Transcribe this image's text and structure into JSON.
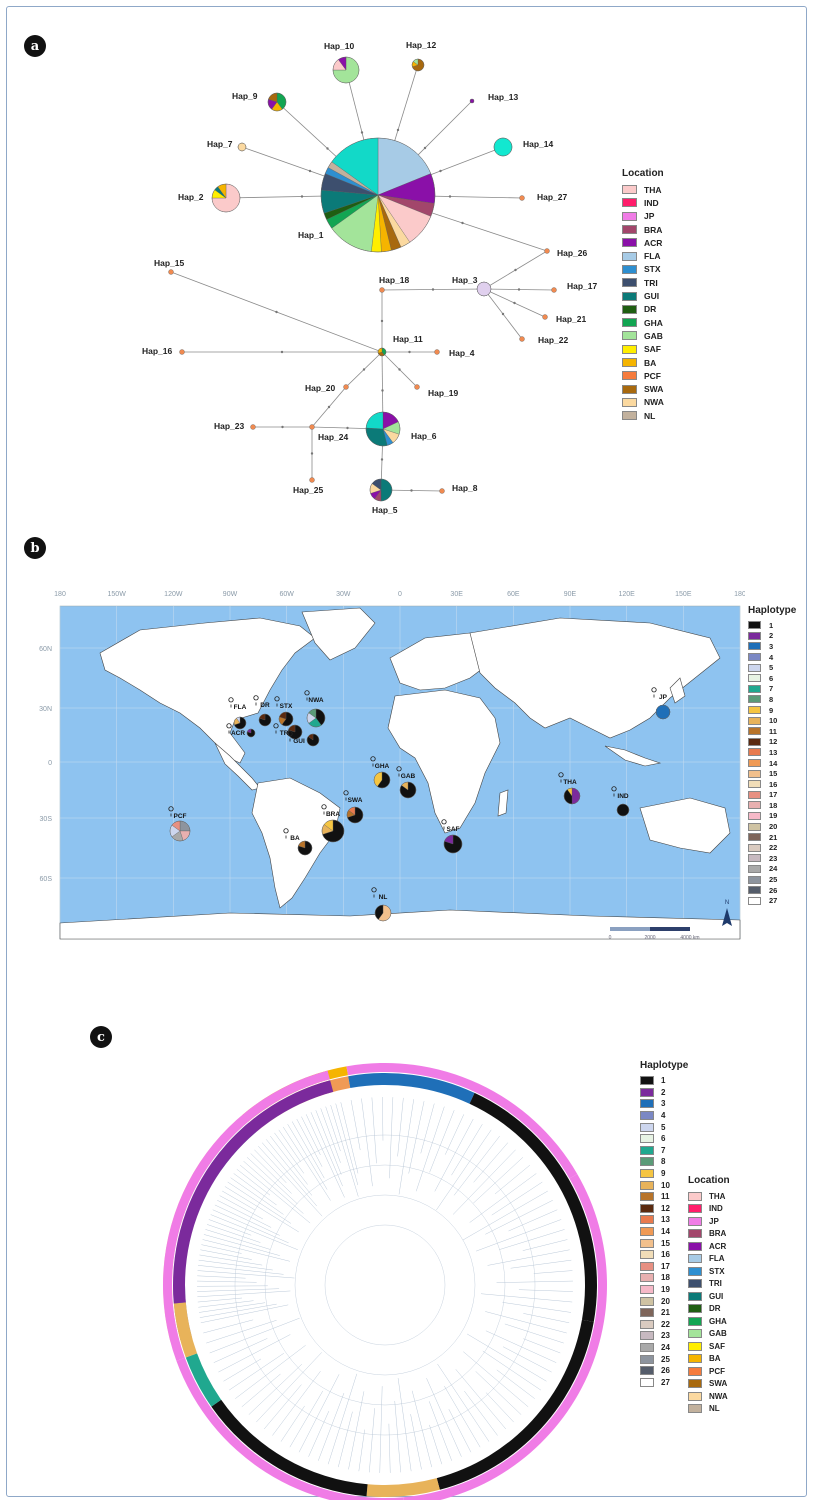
{
  "panels": {
    "a": {
      "badge": "a"
    },
    "b": {
      "badge": "b"
    },
    "c": {
      "badge": "c"
    }
  },
  "network": {
    "haplotype_labels": [
      "Hap_1",
      "Hap_2",
      "Hap_3",
      "Hap_4",
      "Hap_5",
      "Hap_6",
      "Hap_7",
      "Hap_8",
      "Hap_9",
      "Hap_10",
      "Hap_11",
      "Hap_12",
      "Hap_13",
      "Hap_14",
      "Hap_15",
      "Hap_16",
      "Hap_17",
      "Hap_18",
      "Hap_19",
      "Hap_20",
      "Hap_21",
      "Hap_22",
      "Hap_23",
      "Hap_24",
      "Hap_25",
      "Hap_26",
      "Hap_27"
    ],
    "location_legend_title": "Location"
  },
  "locations": [
    {
      "code": "THA",
      "color": "#fbcaca"
    },
    {
      "code": "IND",
      "color": "#ff1d6b"
    },
    {
      "code": "JP",
      "color": "#f07ce6"
    },
    {
      "code": "BRA",
      "color": "#a2466b"
    },
    {
      "code": "ACR",
      "color": "#8a10a8"
    },
    {
      "code": "FLA",
      "color": "#a7cbe6"
    },
    {
      "code": "STX",
      "color": "#2e8fd0"
    },
    {
      "code": "TRI",
      "color": "#3d4f6e"
    },
    {
      "code": "GUI",
      "color": "#0b7a78"
    },
    {
      "code": "DR",
      "color": "#1f5e12"
    },
    {
      "code": "GHA",
      "color": "#12a552"
    },
    {
      "code": "GAB",
      "color": "#a3e49a"
    },
    {
      "code": "SAF",
      "color": "#ffee00"
    },
    {
      "code": "BA",
      "color": "#f5b400"
    },
    {
      "code": "PCF",
      "color": "#f57b3d"
    },
    {
      "code": "SWA",
      "color": "#a8690e"
    },
    {
      "code": "NWA",
      "color": "#fbd9a0"
    },
    {
      "code": "NL",
      "color": "#c2b19d"
    }
  ],
  "map": {
    "legend_title": "Haplotype",
    "lon_labels": [
      "180",
      "150W",
      "120W",
      "90W",
      "60W",
      "30W",
      "0",
      "30E",
      "60E",
      "90E",
      "120E",
      "150E",
      "180"
    ],
    "lat_labels": [
      "60N",
      "30N",
      "0",
      "30S",
      "60S"
    ],
    "site_labels": [
      "NWA",
      "FLA",
      "DR",
      "STX",
      "ACR",
      "TRI",
      "GUI",
      "BRA",
      "BA",
      "SWA",
      "GHA",
      "GAB",
      "SAF",
      "THA",
      "IND",
      "JP",
      "PCF",
      "NL"
    ],
    "scale_labels": [
      "0",
      "2000",
      "4000 km"
    ],
    "north_label": "N"
  },
  "haplotypes": [
    {
      "id": "1",
      "color": "#111111"
    },
    {
      "id": "2",
      "color": "#7b2a9c"
    },
    {
      "id": "3",
      "color": "#1f6fb8"
    },
    {
      "id": "4",
      "color": "#7b88c4"
    },
    {
      "id": "5",
      "color": "#cdd6ee"
    },
    {
      "id": "6",
      "color": "#e7f3e4"
    },
    {
      "id": "7",
      "color": "#20a88f"
    },
    {
      "id": "8",
      "color": "#5b9b78"
    },
    {
      "id": "9",
      "color": "#f5c542"
    },
    {
      "id": "10",
      "color": "#e8b35a"
    },
    {
      "id": "11",
      "color": "#b8742a"
    },
    {
      "id": "12",
      "color": "#5b2a10"
    },
    {
      "id": "13",
      "color": "#e87a4e"
    },
    {
      "id": "14",
      "color": "#f09a55"
    },
    {
      "id": "15",
      "color": "#f2c08c"
    },
    {
      "id": "16",
      "color": "#f1ddb8"
    },
    {
      "id": "17",
      "color": "#e79082"
    },
    {
      "id": "18",
      "color": "#e8b0b0"
    },
    {
      "id": "19",
      "color": "#f6b9c8"
    },
    {
      "id": "20",
      "color": "#cfc3a3"
    },
    {
      "id": "21",
      "color": "#7e655a"
    },
    {
      "id": "22",
      "color": "#dacbc0"
    },
    {
      "id": "23",
      "color": "#c7b9c0"
    },
    {
      "id": "24",
      "color": "#a9a9a9"
    },
    {
      "id": "25",
      "color": "#8d949e"
    },
    {
      "id": "26",
      "color": "#555d6b"
    },
    {
      "id": "27",
      "color": "#ffffff"
    }
  ],
  "tree": {
    "haplotype_legend_title": "Haplotype",
    "location_legend_title": "Location"
  }
}
